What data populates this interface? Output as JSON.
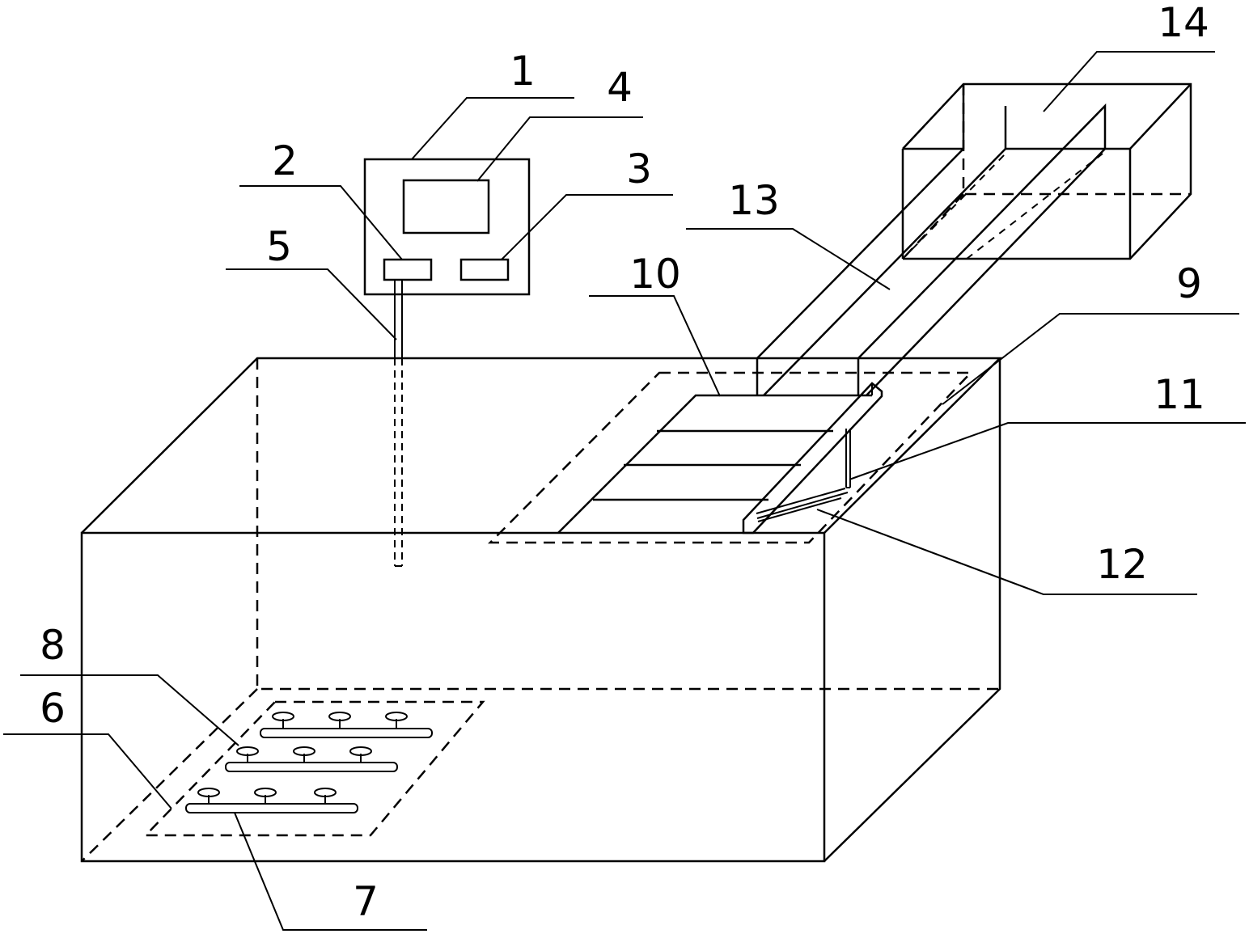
{
  "figure": {
    "callouts": [
      {
        "id": "c1",
        "label": "1"
      },
      {
        "id": "c2",
        "label": "2"
      },
      {
        "id": "c3",
        "label": "3"
      },
      {
        "id": "c4",
        "label": "4"
      },
      {
        "id": "c5",
        "label": "5"
      },
      {
        "id": "c6",
        "label": "6"
      },
      {
        "id": "c7",
        "label": "7"
      },
      {
        "id": "c8",
        "label": "8"
      },
      {
        "id": "c9",
        "label": "9"
      },
      {
        "id": "c10",
        "label": "10"
      },
      {
        "id": "c11",
        "label": "11"
      },
      {
        "id": "c12",
        "label": "12"
      },
      {
        "id": "c13",
        "label": "13"
      },
      {
        "id": "c14",
        "label": "14"
      }
    ]
  }
}
